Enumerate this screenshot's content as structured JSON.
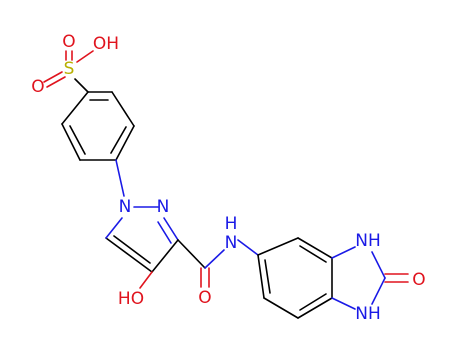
{
  "colors": {
    "carbon": "#000000",
    "oxygen": "#e0141e",
    "nitrogen": "#1a1ae6",
    "sulfur": "#b8b000",
    "background": "#ffffff"
  },
  "atom_labels": {
    "o_sulfonyl_top": "O",
    "oh_sulfonic": "OH",
    "s_sulfonic": "S",
    "o_sulfonyl_left": "O",
    "n_pyrazole_1": "N",
    "n_pyrazole_2": "N",
    "n_amide": "N",
    "h_amide": "H",
    "ho_pyrazole": "HO",
    "o_amide": "O",
    "nh_imidazolone_top": "NH",
    "nh_imidazolone_bottom": "NH",
    "o_carbonyl": "O"
  }
}
